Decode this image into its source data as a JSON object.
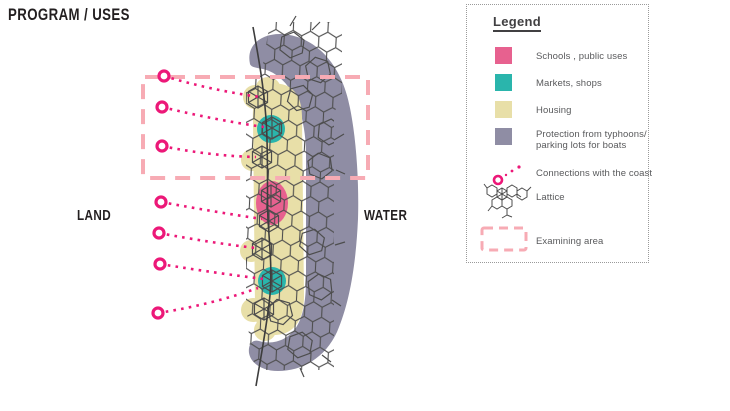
{
  "title": "PROGRAM / USES",
  "labels": {
    "land": "LAND",
    "water": "WATER"
  },
  "legend": {
    "title": "Legend",
    "items": [
      {
        "label": "Schools , public uses",
        "color": "#e7618f"
      },
      {
        "label": "Markets, shops",
        "color": "#2ab5ac"
      },
      {
        "label": "Housing",
        "color": "#e8dfa8"
      },
      {
        "label": "Protection from typhoons/",
        "label2": "parking lots for boats",
        "color": "#8f8da4"
      },
      {
        "label": "Connections with the coast",
        "icon": "connection-icon",
        "color": "#ec1878"
      },
      {
        "label": "Lattice",
        "icon": "lattice-icon",
        "color": "#4d4d4d"
      },
      {
        "label": "Examining area",
        "icon": "examining-area-icon",
        "color": "#f7abb4"
      }
    ]
  },
  "colors": {
    "schools": "#e7618f",
    "markets": "#2ab5ac",
    "housing": "#e8dfa8",
    "protection": "#8f8da4",
    "connections": "#ec1878",
    "examining_area": "#f7abb4",
    "lattice": "#4d4d4d",
    "coast_line": "#3d3d3d",
    "background": "#ffffff"
  }
}
